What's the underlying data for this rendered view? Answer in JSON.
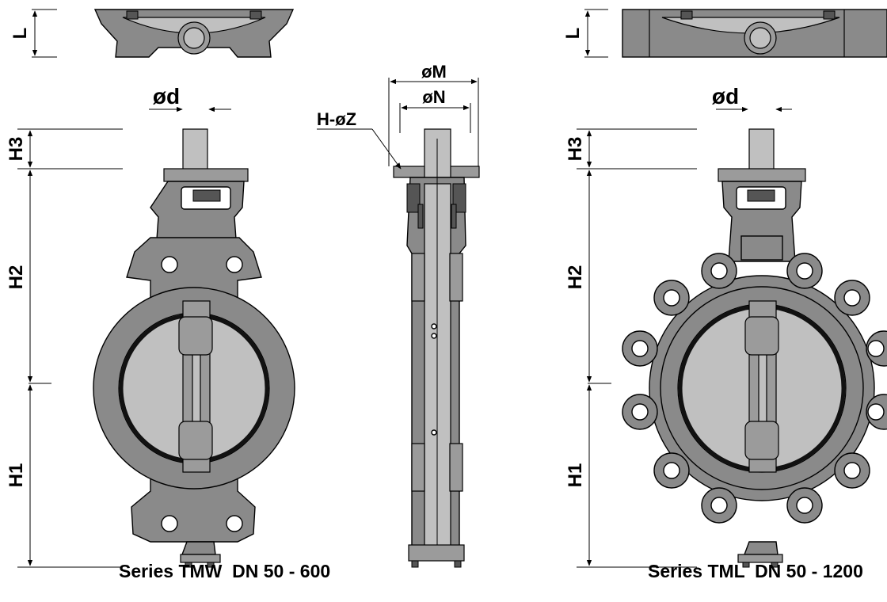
{
  "labels": {
    "l": "L",
    "od": "ød",
    "h1": "H1",
    "h2": "H2",
    "h3": "H3",
    "om": "øM",
    "on": "øN",
    "hoz": "H-øZ"
  },
  "captions": {
    "left": "Series TMW  DN 50 - 600",
    "right": "Series TML  DN 50 - 1200"
  },
  "colors": {
    "body": "#8a8a8a",
    "disc": "#c0c0c0",
    "liner": "#111111"
  }
}
